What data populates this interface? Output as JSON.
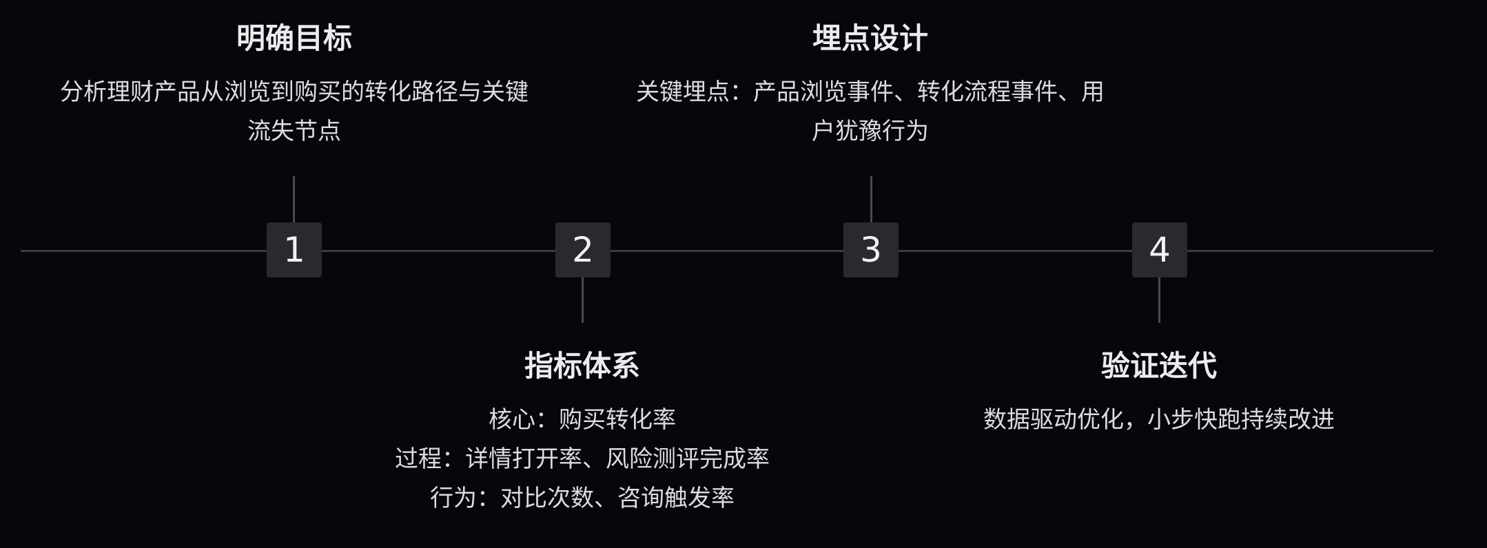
{
  "steps": [
    {
      "number": "1",
      "title": "明确目标",
      "lines": [
        "分析理财产品从浏览到购买的转化路径与关键",
        "流失节点"
      ]
    },
    {
      "number": "2",
      "title": "指标体系",
      "lines": [
        "核心：购买转化率",
        "过程：详情打开率、风险测评完成率",
        "行为：对比次数、咨询触发率"
      ]
    },
    {
      "number": "3",
      "title": "埋点设计",
      "lines": [
        "关键埋点：产品浏览事件、转化流程事件、用",
        "户犹豫行为"
      ]
    },
    {
      "number": "4",
      "title": "验证迭代",
      "lines": [
        "数据驱动优化，小步快跑持续改进"
      ]
    }
  ]
}
